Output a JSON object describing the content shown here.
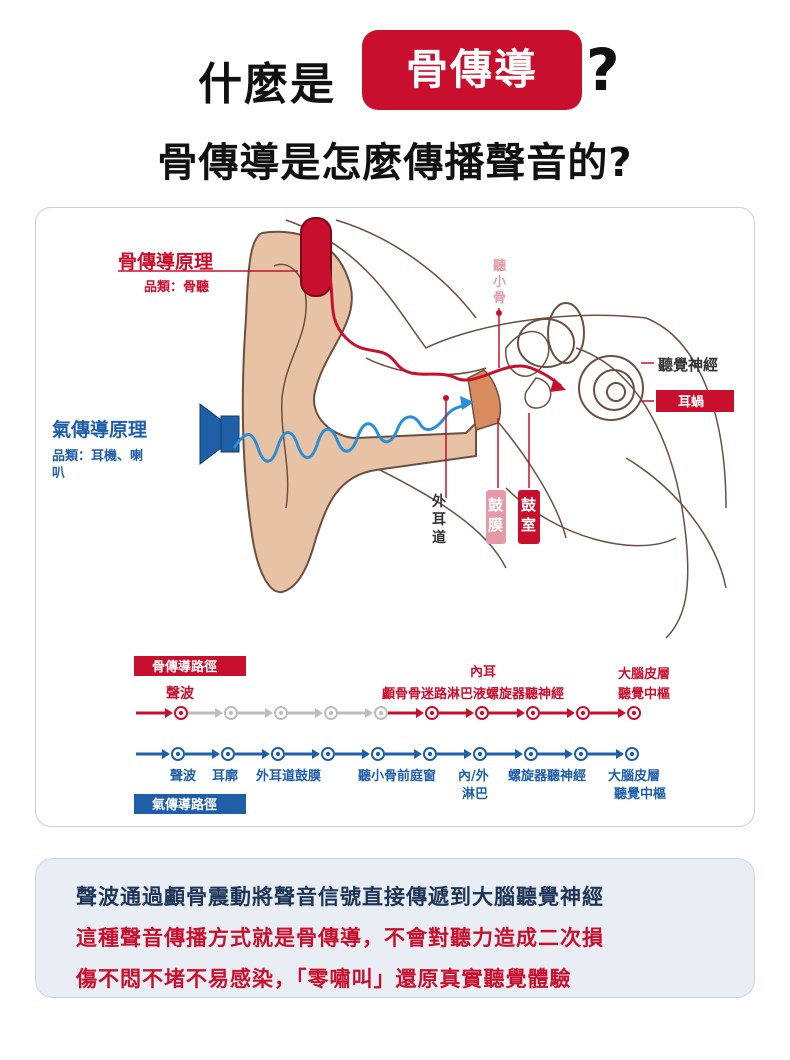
{
  "header": {
    "q_prefix": "什麼是",
    "q_highlight": "骨傳導",
    "q_mark": "?",
    "subtitle": "骨傳導是怎麼傳播聲音的?"
  },
  "diagram": {
    "bone_title": "骨傳導原理",
    "bone_category": "品類：骨聽",
    "air_title": "氣傳導原理",
    "air_category_1": "品類：耳機、喇",
    "air_category_2": "叭",
    "ossicles_label": [
      "聽",
      "小",
      "骨"
    ],
    "auditory_nerve": "聽覺神經",
    "cochlea": "耳蝸",
    "ear_canal": [
      "外",
      "耳",
      "道"
    ],
    "eardrum": [
      "鼓",
      "膜"
    ],
    "tympanic_cavity": [
      "鼓",
      "室"
    ]
  },
  "paths": {
    "bone_title": "骨傳導路徑",
    "bone_top_label": "內耳",
    "bone_left_label": "聲波",
    "bone_chain_label": "顱骨骨迷路淋巴液螺旋器聽神經",
    "bone_end_label_1": "大腦皮層",
    "bone_end_label_2": "聽覺中樞",
    "air_title": "氣傳導路徑",
    "air_labels": [
      "聲波",
      "耳廓",
      "外耳道鼓膜",
      "聽小骨前庭窗",
      "內/外",
      "螺旋器聽神經",
      "大腦皮層"
    ],
    "air_label_extra": "淋巴",
    "air_end_label_2": "聽覺中樞"
  },
  "caption": {
    "line1": "聲波通過顱骨震動將聲音信號直接傳遞到大腦聽覺神經",
    "line2": "這種聲音傳播方式就是骨傳導，不會對聽力造成二次損",
    "line3": "傷不悶不堵不易感染，「零嘯叫」還原真實聽覺體驗"
  },
  "colors": {
    "red": "#c8102e",
    "blue": "#1f5fa8",
    "skin": "#e8c2a4"
  }
}
